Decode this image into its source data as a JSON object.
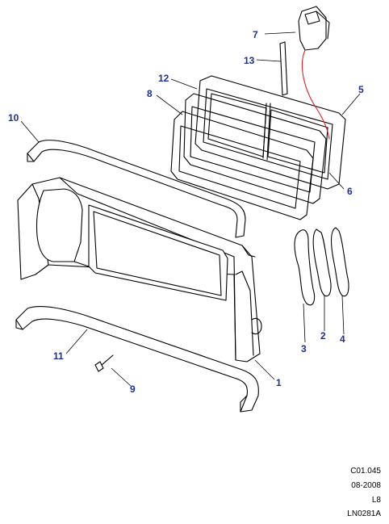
{
  "callouts": {
    "c1": "1",
    "c2": "2",
    "c3": "3",
    "c4": "4",
    "c5": "5",
    "c6": "6",
    "c7": "7",
    "c8": "8",
    "c9": "9",
    "c10": "10",
    "c11": "11",
    "c12": "12",
    "c13": "13"
  },
  "reference": {
    "code": "C01.045",
    "date": "08-2008",
    "level": "L8",
    "drawing_number": "LN0281A"
  },
  "colors": {
    "callout_text": "#1a2fa0",
    "line_art": "#000000",
    "harness_wire": "#e02020"
  }
}
